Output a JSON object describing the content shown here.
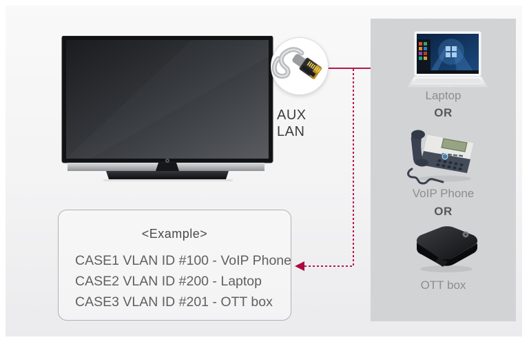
{
  "colors": {
    "accent_line": "#b5164c",
    "arrow": "#ab0c3f",
    "panel_background": "#d2d3d5",
    "page_background": "#f3f3f4",
    "device_label_gray": "#8d8d8f",
    "or_text": "#58585a",
    "aux_text": "#3c3c3e",
    "example_text": "#606062"
  },
  "tv": {
    "aux_label_line1": "AUX",
    "aux_label_line2": "LAN",
    "logo_icon": "lg-logo-icon"
  },
  "callout": {
    "icon": "lan-cable-rj45-icon"
  },
  "panel": {
    "or_label": "OR",
    "devices": [
      {
        "label": "Laptop",
        "icon": "laptop-icon"
      },
      {
        "label": "VoIP Phone",
        "icon": "voip-phone-icon"
      },
      {
        "label": "OTT box",
        "icon": "ott-box-icon"
      }
    ],
    "more_indicator": "vertical-ellipsis-dotted"
  },
  "example": {
    "title": "<Example>",
    "cases": [
      "CASE1 VLAN ID #100 - VoIP Phone",
      "CASE2 VLAN ID #200 - Laptop",
      "CASE3 VLAN ID #201 - OTT box"
    ]
  }
}
